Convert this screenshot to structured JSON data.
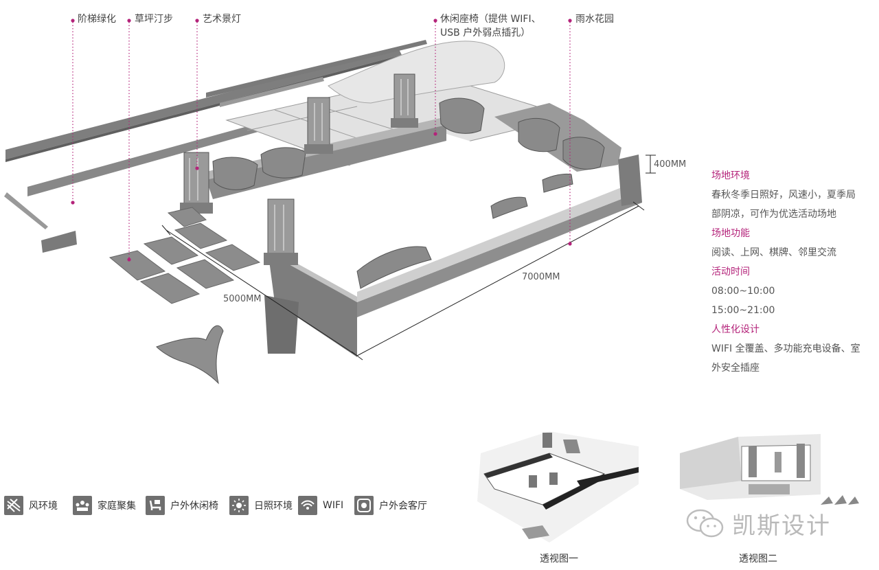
{
  "callouts": [
    {
      "label": "阶梯绿化"
    },
    {
      "label": "草坪汀步"
    },
    {
      "label": "艺术景灯"
    },
    {
      "label": "休闲座椅（提供 WIFI、"
    },
    {
      "label": "USB 户外弱点插孔）"
    },
    {
      "label": "雨水花园"
    }
  ],
  "dimensions": {
    "height": "400MM",
    "length": "7000MM",
    "width": "5000MM"
  },
  "info_panel": [
    {
      "heading": "场地环境",
      "lines": [
        "春秋冬季日照好，风速小，夏季局",
        "部阴凉，可作为优选活动场地"
      ]
    },
    {
      "heading": "场地功能",
      "lines": [
        "阅读、上网、棋牌、邻里交流"
      ]
    },
    {
      "heading": "活动时间",
      "lines": [
        "08:00~10:00",
        "15:00~21:00"
      ]
    },
    {
      "heading": "人性化设计",
      "lines": [
        "WIFI 全覆盖、多功能充电设备、室",
        "外安全插座"
      ]
    }
  ],
  "legend": [
    {
      "label": "风环境",
      "icon": "wind-icon"
    },
    {
      "label": "家庭聚集",
      "icon": "family-gathering-icon"
    },
    {
      "label": "户外休闲椅",
      "icon": "leisure-chair-icon"
    },
    {
      "label": "日照环境",
      "icon": "sun-icon"
    },
    {
      "label": "WIFI",
      "icon": "wifi-icon"
    },
    {
      "label": "户外会客厅",
      "icon": "outdoor-lounge-icon"
    }
  ],
  "views": [
    {
      "caption": "透视图一"
    },
    {
      "caption": "透视图二"
    }
  ],
  "watermark": {
    "text": "凯斯设计",
    "icon": "wechat-icon"
  },
  "colors": {
    "accent": "#b4237a",
    "structure_fill": "#8c8c8c",
    "structure_light": "#d6d6d6",
    "structure_dark": "#5f5f5f"
  }
}
